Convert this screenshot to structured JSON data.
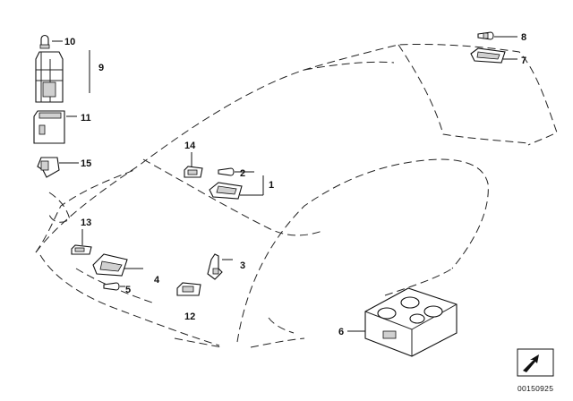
{
  "callouts": {
    "c1": "1",
    "c2": "2",
    "c3": "3",
    "c4": "4",
    "c5": "5",
    "c6": "6",
    "c7": "7",
    "c8": "8",
    "c9": "9",
    "c10": "10",
    "c11": "11",
    "c12": "12",
    "c13": "13",
    "c14": "14",
    "c15": "15"
  },
  "diagram_code": "00150925",
  "colors": {
    "line": "#222222",
    "part_shade": "#d0d0d0",
    "background": "#ffffff"
  },
  "icons": {
    "direction_arrow": "direction-arrow-icon"
  }
}
